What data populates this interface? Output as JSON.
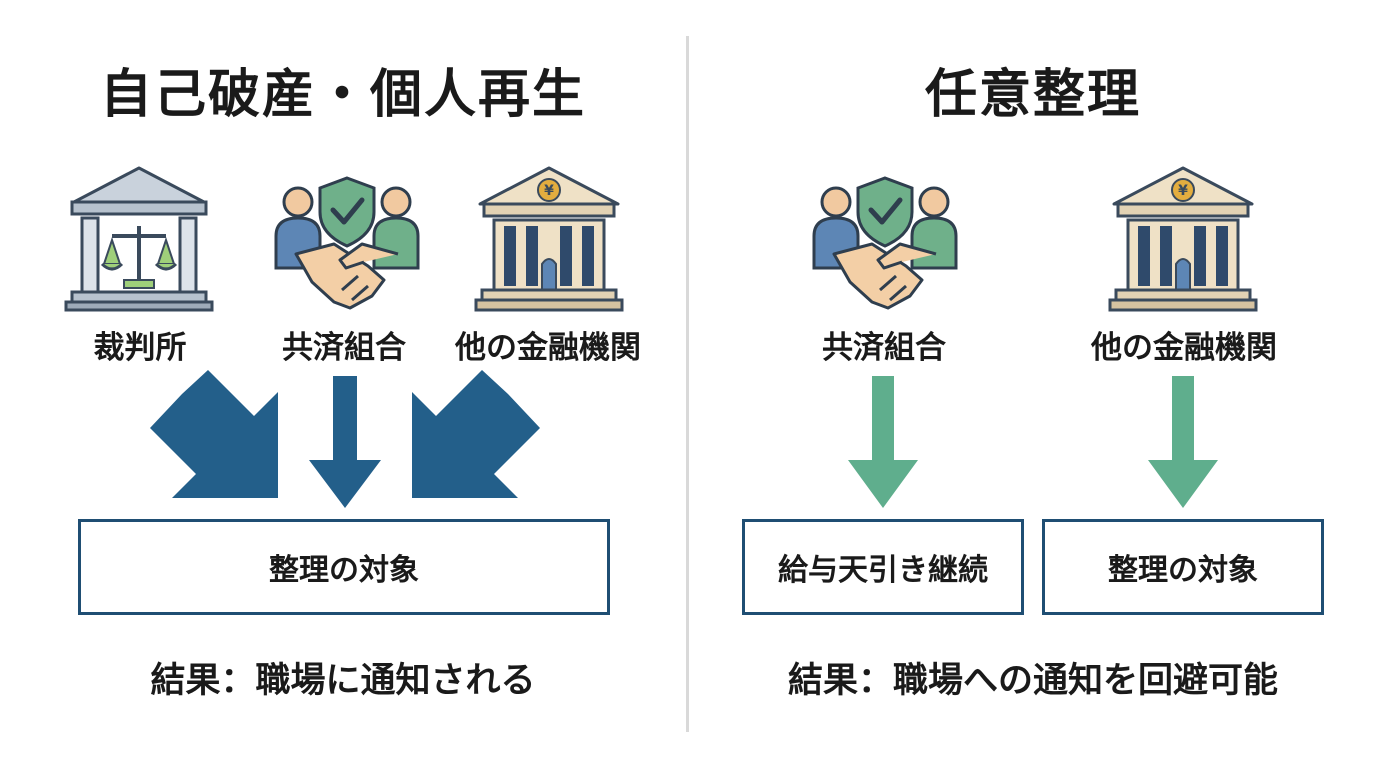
{
  "left": {
    "title": "自己破産・個人再生",
    "sources": [
      {
        "label": "裁判所",
        "icon": "courthouse-icon"
      },
      {
        "label": "共済組合",
        "icon": "handshake-shield-icon"
      },
      {
        "label": "他の金融機関",
        "icon": "bank-yen-icon"
      }
    ],
    "box_label": "整理の対象",
    "result": "結果：職場に通知される"
  },
  "right": {
    "title": "任意整理",
    "sources": [
      {
        "label": "共済組合",
        "icon": "handshake-shield-icon"
      },
      {
        "label": "他の金融機関",
        "icon": "bank-yen-icon"
      }
    ],
    "boxes": [
      {
        "label": "給与天引き継続"
      },
      {
        "label": "整理の対象"
      }
    ],
    "result": "結果：職場への通知を回避可能"
  },
  "colors": {
    "left_arrow": "#235f8a",
    "right_arrow": "#5fae8d",
    "box_border": "#1f4e73",
    "divider": "#d9d9d9"
  }
}
